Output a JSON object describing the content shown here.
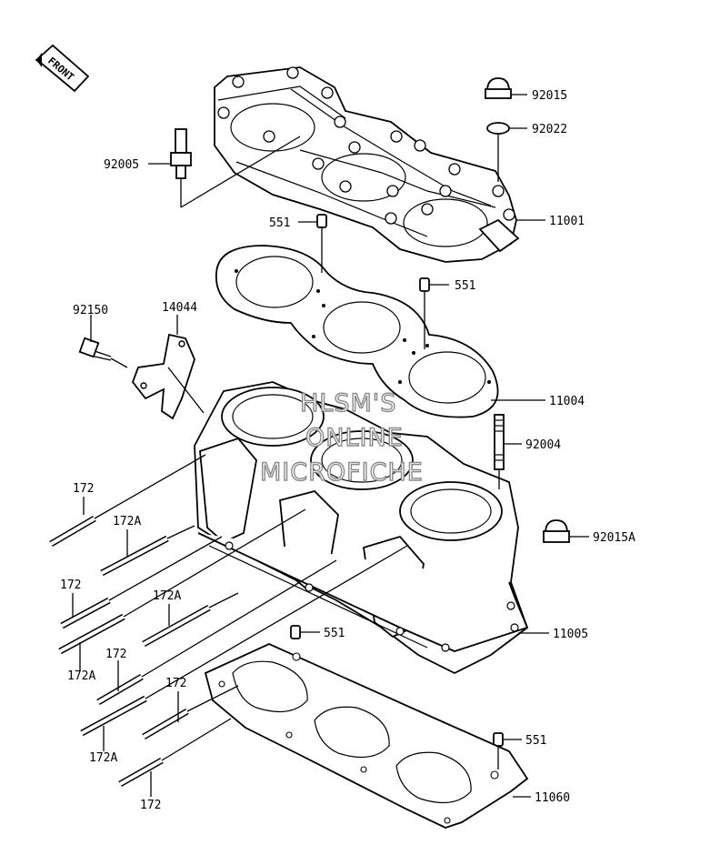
{
  "front_badge": "FRONT",
  "watermark": [
    "HLSM'S",
    "ONLINE",
    "MICROFICHE"
  ],
  "labels": {
    "p92015": "92015",
    "p92022": "92022",
    "p92005": "92005",
    "p11001": "11001",
    "p551_a": "551",
    "p551_b": "551",
    "p92150": "92150",
    "p14044": "14044",
    "p11004": "11004",
    "p92004": "92004",
    "p172_a": "172",
    "p172A_a": "172A",
    "p92015A": "92015A",
    "p172_b": "172",
    "p172A_b": "172A",
    "p551_c": "551",
    "p11005": "11005",
    "p172A_c": "172A",
    "p172_c": "172",
    "p172_d": "172",
    "p551_d": "551",
    "p172A_d": "172A",
    "p11060": "11060",
    "p172_e": "172"
  }
}
